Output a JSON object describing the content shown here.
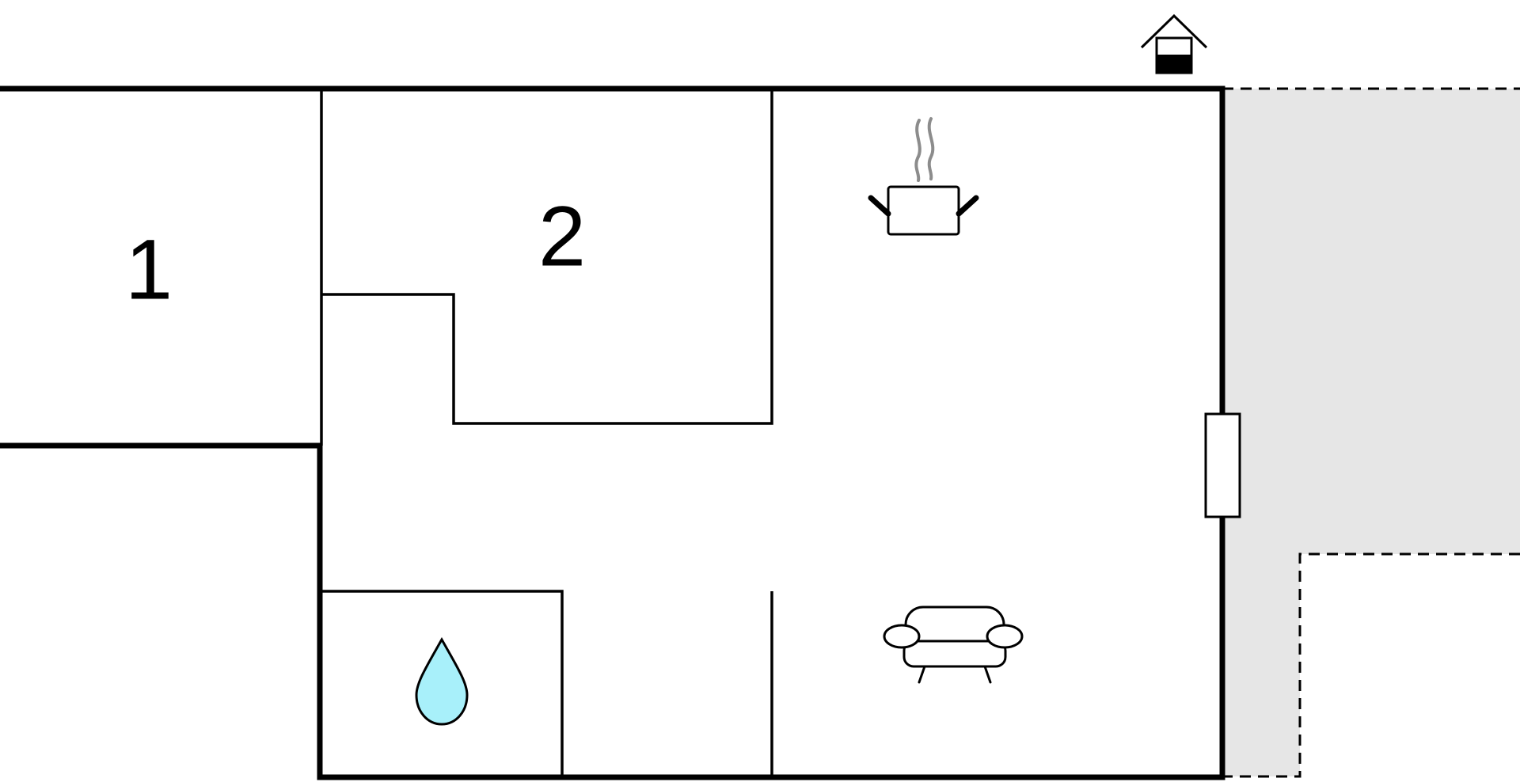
{
  "floorplan": {
    "rooms": [
      {
        "id": "room-1",
        "label": "1"
      },
      {
        "id": "room-2",
        "label": "2"
      }
    ],
    "icons": [
      {
        "name": "entrance-icon"
      },
      {
        "name": "kitchen-pot-icon"
      },
      {
        "name": "bathroom-water-drop-icon"
      },
      {
        "name": "living-room-sofa-icon"
      }
    ],
    "areas": [
      {
        "name": "terrace-area",
        "type": "outdoor"
      }
    ],
    "colors": {
      "wall": "#000000",
      "terrace_fill": "#e6e6e6",
      "water_drop": "#a8f0fa",
      "steam": "#8c8c8c"
    }
  }
}
